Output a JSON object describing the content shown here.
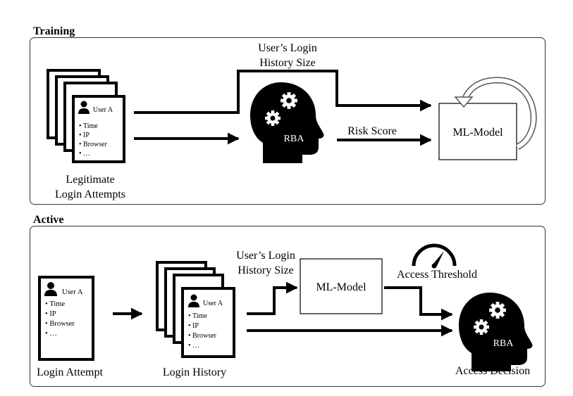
{
  "sections": {
    "training": {
      "title": "Training"
    },
    "active": {
      "title": "Active"
    }
  },
  "document_card": {
    "user": "User A",
    "fields": [
      "Time",
      "IP",
      "Browser",
      "…"
    ]
  },
  "training": {
    "history_label_line1": "User’s Login",
    "history_label_line2": "History Size",
    "risk_score_label": "Risk Score",
    "rba_label": "RBA",
    "model_label": "ML-Model",
    "attempts_label_line1": "Legitimate",
    "attempts_label_line2": "Login Attempts"
  },
  "active": {
    "history_label_line1": "User’s Login",
    "history_label_line2": "History Size",
    "model_label": "ML-Model",
    "threshold_label": "Access Threshold",
    "rba_label": "RBA",
    "attempt_label": "Login Attempt",
    "history_label": "Login History",
    "decision_label": "Access Decision"
  },
  "icons": [
    "user-icon",
    "head-gears-icon",
    "gauge-icon",
    "refresh-loop-icon"
  ],
  "colors": {
    "line": "#000000",
    "panel_border": "#333333",
    "background": "#ffffff"
  }
}
